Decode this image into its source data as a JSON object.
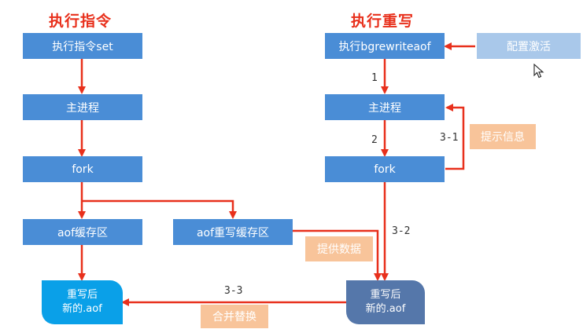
{
  "titles": {
    "left": "执行指令",
    "right": "执行重写"
  },
  "left": {
    "set_cmd": "执行指令set",
    "main_process": "主进程",
    "fork": "fork",
    "aof_buffer": "aof缓存区",
    "rewrite_buffer": "aof重写缓存区",
    "new_aof_line1": "重写后",
    "new_aof_line2": "新的.aof"
  },
  "right": {
    "bgrewrite": "执行bgrewriteaof",
    "config_activate": "配置激活",
    "main_process": "主进程",
    "fork": "fork",
    "new_aof_line1": "重写后",
    "new_aof_line2": "新的.aof"
  },
  "notes": {
    "hint_info": "提示信息",
    "provide_data": "提供数据",
    "merge_replace": "合并替换"
  },
  "step_labels": {
    "s1": "1",
    "s2": "2",
    "s31": "3-1",
    "s32": "3-2",
    "s33": "3-3"
  },
  "colors": {
    "box": "#4a8dd6",
    "box_light": "#a9c8ea",
    "note": "#f8c49a",
    "arrow": "#e8301c",
    "file_bright": "#0aa0e8",
    "file_dark": "#5577aa"
  }
}
